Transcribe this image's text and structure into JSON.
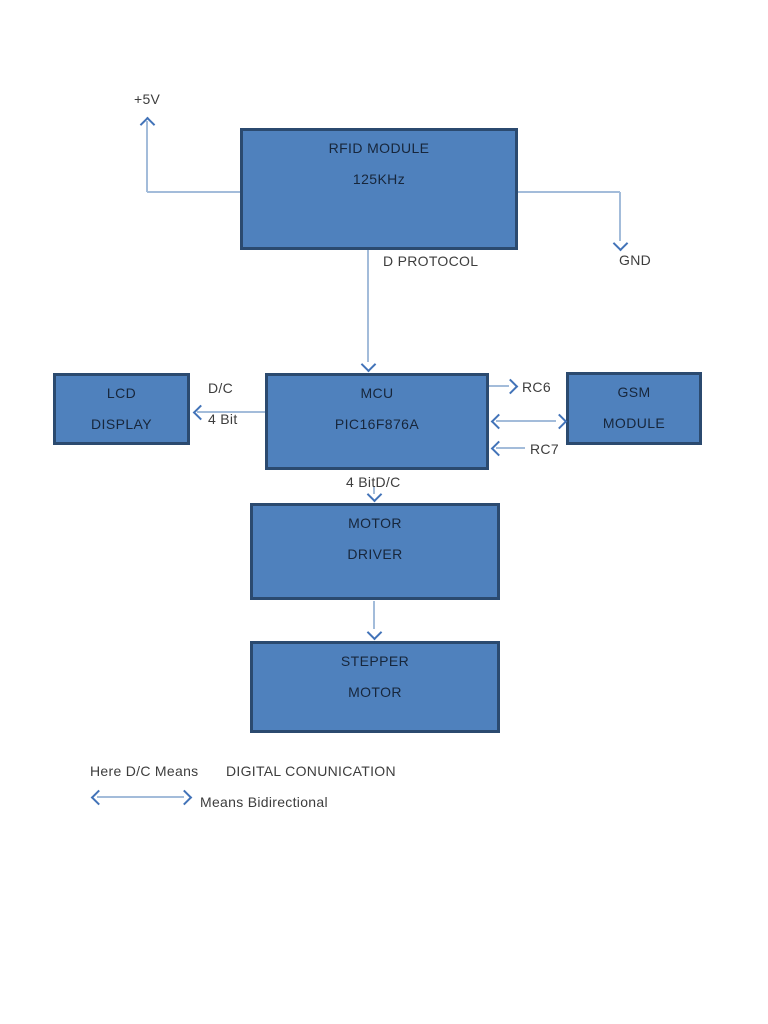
{
  "diagram": {
    "colors": {
      "block_fill": "#4f81bd",
      "block_border": "#2b4a6f",
      "block_text": "#17263b",
      "wire": "#a3bcda",
      "arrow": "#4273b8",
      "label_text": "#3d3d3d"
    },
    "blocks": [
      {
        "id": "rfid-module",
        "line1": "RFID MODULE",
        "line2": "125KHz"
      },
      {
        "id": "lcd-display",
        "line1": "LCD",
        "line2": "DISPLAY"
      },
      {
        "id": "mcu",
        "line1": "MCU",
        "line2": "PIC16F876A"
      },
      {
        "id": "gsm-module",
        "line1": "GSM",
        "line2": "MODULE"
      },
      {
        "id": "motor-driver",
        "line1": "MOTOR",
        "line2": "DRIVER"
      },
      {
        "id": "stepper-motor",
        "line1": "STEPPER",
        "line2": "MOTOR"
      }
    ],
    "labels": {
      "power": "+5V",
      "ground": "GND",
      "protocol": "D PROTOCOL",
      "dc": "D/C",
      "four_bit": "4 Bit",
      "rc6": "RC6",
      "rc7": "RC7",
      "four_bit_dc": "4 BitD/C"
    },
    "legend": {
      "line1_prefix": "Here D/C Means",
      "line1_value": "DIGITAL CONUNICATION",
      "line2": "Means Bidirectional"
    }
  }
}
